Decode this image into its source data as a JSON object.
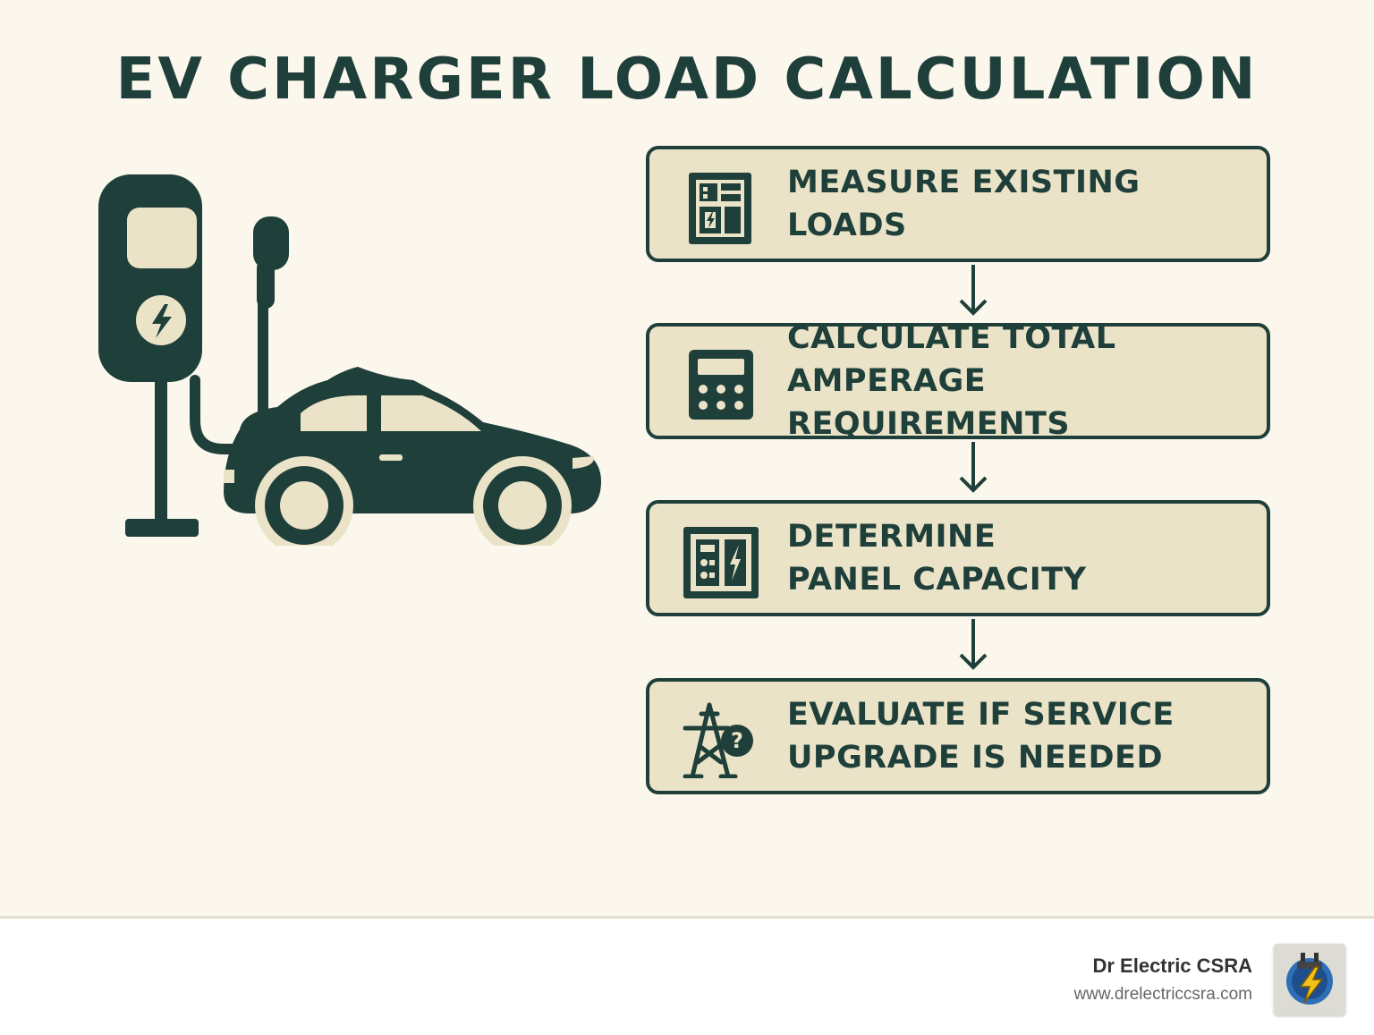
{
  "title": "EV CHARGER LOAD CALCULATION",
  "colors": {
    "dark": "#1f3f3a",
    "light": "#ebe3c7",
    "background": "#fbf7ec"
  },
  "illustration": {
    "icons": [
      "ev-charging-station-icon",
      "car-icon"
    ]
  },
  "steps": [
    {
      "icon": "electrical-panel-icon",
      "lines": [
        "MEASURE EXISTING LOADS"
      ]
    },
    {
      "icon": "calculator-icon",
      "lines": [
        "CALCULATE TOTAL",
        "AMPERAGE REQUIREMENTS"
      ]
    },
    {
      "icon": "breaker-panel-icon",
      "lines": [
        "DETERMINE",
        "PANEL CAPACITY"
      ]
    },
    {
      "icon": "power-tower-question-icon",
      "lines": [
        "EVALUATE IF SERVICE",
        "UPGRADE IS NEEDED"
      ]
    }
  ],
  "footer": {
    "brand": "Dr Electric CSRA",
    "url": "www.drelectriccsra.com",
    "logo_icon": "plug-lightning-logo-icon"
  }
}
